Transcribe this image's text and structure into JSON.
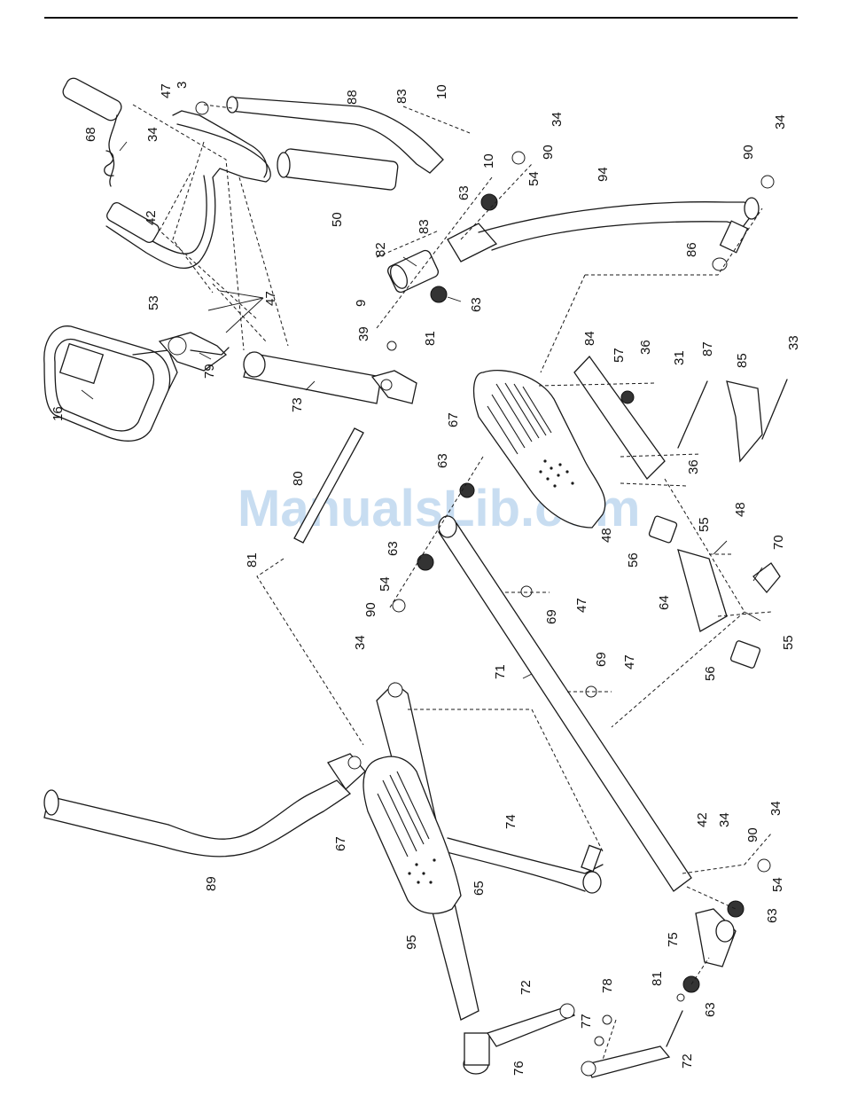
{
  "watermark": "ManualsLib.com",
  "callouts": [
    {
      "id": "c47a",
      "label": "47"
    },
    {
      "id": "c3",
      "label": "3"
    },
    {
      "id": "c88",
      "label": "88"
    },
    {
      "id": "c83a",
      "label": "83"
    },
    {
      "id": "c10a",
      "label": "10"
    },
    {
      "id": "c34a",
      "label": "34"
    },
    {
      "id": "c68",
      "label": "68"
    },
    {
      "id": "c34b",
      "label": "34"
    },
    {
      "id": "c90a",
      "label": "90"
    },
    {
      "id": "c54a",
      "label": "54"
    },
    {
      "id": "c10b",
      "label": "10"
    },
    {
      "id": "c94",
      "label": "94"
    },
    {
      "id": "c90b",
      "label": "90"
    },
    {
      "id": "c34c",
      "label": "34"
    },
    {
      "id": "c42a",
      "label": "42"
    },
    {
      "id": "c50",
      "label": "50"
    },
    {
      "id": "c63a",
      "label": "63"
    },
    {
      "id": "c83b",
      "label": "83"
    },
    {
      "id": "c82",
      "label": "82"
    },
    {
      "id": "c86",
      "label": "86"
    },
    {
      "id": "c53",
      "label": "53"
    },
    {
      "id": "c47b",
      "label": "47"
    },
    {
      "id": "c63b",
      "label": "63"
    },
    {
      "id": "c9",
      "label": "9"
    },
    {
      "id": "c81a",
      "label": "81"
    },
    {
      "id": "c39",
      "label": "39"
    },
    {
      "id": "c84",
      "label": "84"
    },
    {
      "id": "c57",
      "label": "57"
    },
    {
      "id": "c36a",
      "label": "36"
    },
    {
      "id": "c31",
      "label": "31"
    },
    {
      "id": "c87",
      "label": "87"
    },
    {
      "id": "c85",
      "label": "85"
    },
    {
      "id": "c33",
      "label": "33"
    },
    {
      "id": "c16",
      "label": "16"
    },
    {
      "id": "c79",
      "label": "79"
    },
    {
      "id": "c73",
      "label": "73"
    },
    {
      "id": "c67a",
      "label": "67"
    },
    {
      "id": "c80",
      "label": "80"
    },
    {
      "id": "c63c",
      "label": "63"
    },
    {
      "id": "c36b",
      "label": "36"
    },
    {
      "id": "c48a",
      "label": "48"
    },
    {
      "id": "c48b",
      "label": "48"
    },
    {
      "id": "c81b",
      "label": "81"
    },
    {
      "id": "c63d",
      "label": "63"
    },
    {
      "id": "c56a",
      "label": "56"
    },
    {
      "id": "c55a",
      "label": "55"
    },
    {
      "id": "c70",
      "label": "70"
    },
    {
      "id": "c54b",
      "label": "54"
    },
    {
      "id": "c90c",
      "label": "90"
    },
    {
      "id": "c69a",
      "label": "69"
    },
    {
      "id": "c47c",
      "label": "47"
    },
    {
      "id": "c64",
      "label": "64"
    },
    {
      "id": "c34d",
      "label": "34"
    },
    {
      "id": "c55b",
      "label": "55"
    },
    {
      "id": "c71",
      "label": "71"
    },
    {
      "id": "c69b",
      "label": "69"
    },
    {
      "id": "c47d",
      "label": "47"
    },
    {
      "id": "c56b",
      "label": "56"
    },
    {
      "id": "c74",
      "label": "74"
    },
    {
      "id": "c67b",
      "label": "67"
    },
    {
      "id": "c42b",
      "label": "42"
    },
    {
      "id": "c34e",
      "label": "34"
    },
    {
      "id": "c34f",
      "label": "34"
    },
    {
      "id": "c90d",
      "label": "90"
    },
    {
      "id": "c89",
      "label": "89"
    },
    {
      "id": "c65",
      "label": "65"
    },
    {
      "id": "c54c",
      "label": "54"
    },
    {
      "id": "c63e",
      "label": "63"
    },
    {
      "id": "c95",
      "label": "95"
    },
    {
      "id": "c75",
      "label": "75"
    },
    {
      "id": "c72a",
      "label": "72"
    },
    {
      "id": "c78",
      "label": "78"
    },
    {
      "id": "c81c",
      "label": "81"
    },
    {
      "id": "c63f",
      "label": "63"
    },
    {
      "id": "c77",
      "label": "77"
    },
    {
      "id": "c76",
      "label": "76"
    },
    {
      "id": "c72b",
      "label": "72"
    }
  ]
}
